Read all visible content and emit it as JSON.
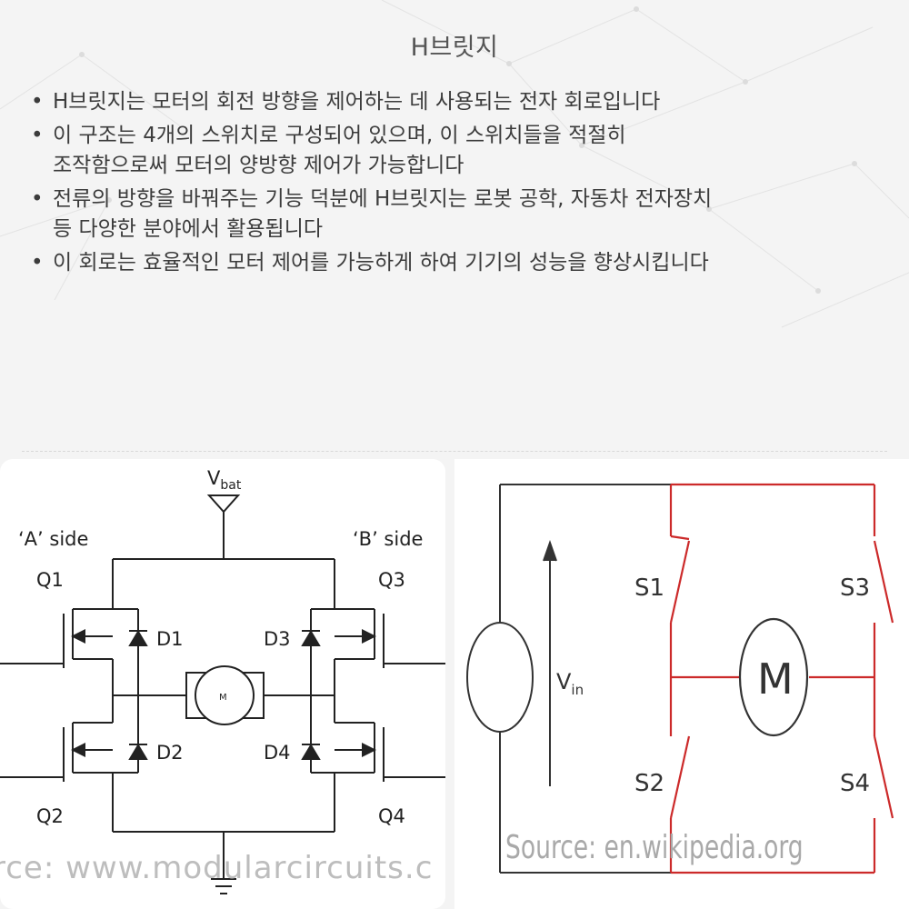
{
  "title": "H브릿지",
  "bullets": [
    "H브릿지는 모터의 회전 방향을 제어하는 데 사용되는 전자 회로입니다",
    "이 구조는 4개의 스위치로 구성되어 있으며, 이 스위치들을 적절히\n조작함으로써 모터의 양방향 제어가 가능합니다",
    "전류의 방향을 바꿔주는 기능 덕분에 H브릿지는 로봇 공학, 자동차 전자장치\n등 다양한 분야에서 활용됩니다",
    "이 회로는 효율적인 모터 제어를 가능하게 하여 기기의 성능을 향상시킵니다"
  ],
  "left_diagram": {
    "vbat_main": "V",
    "vbat_sub": "bat",
    "side_a": "‘A’ side",
    "side_b": "‘B’ side",
    "q1": "Q1",
    "q2": "Q2",
    "q3": "Q3",
    "q4": "Q4",
    "d1": "D1",
    "d2": "D2",
    "d3": "D3",
    "d4": "D4",
    "motor": "M",
    "watermark": "rce: www.modularcircuits.c"
  },
  "right_diagram": {
    "s1": "S1",
    "s2": "S2",
    "s3": "S3",
    "s4": "S4",
    "motor": "M",
    "vin_main": "V",
    "vin_sub": "in",
    "watermark": "Source: en.wikipedia.org",
    "colors": {
      "circuit_red": "#cc2a2a",
      "wire_dark": "#333333"
    }
  }
}
